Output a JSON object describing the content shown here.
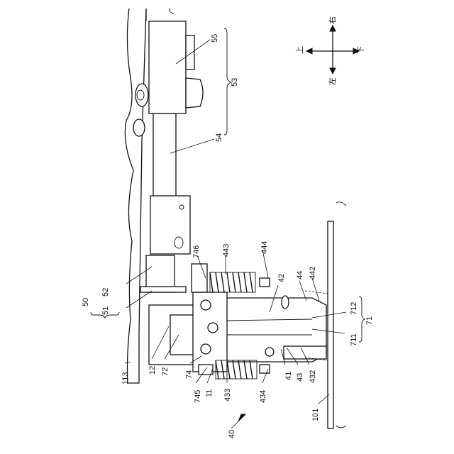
{
  "compass": {
    "up": "上",
    "right": "右",
    "down": "下",
    "left": "左"
  },
  "labels": {
    "l55": "55",
    "l53": "53",
    "l54": "54",
    "l746": "746",
    "l443": "443",
    "l444": "444",
    "l42": "42",
    "l44": "44",
    "l442": "442",
    "l712": "712",
    "l71": "71",
    "l711": "711",
    "l432": "432",
    "l43": "43",
    "l41": "41",
    "l434": "434",
    "l433": "433",
    "l11": "11",
    "l745": "745",
    "l74": "74",
    "l72": "72",
    "l12": "12",
    "l113": "113",
    "l101": "101",
    "l40": "40",
    "l50": "50",
    "l51": "51",
    "l52": "52"
  }
}
